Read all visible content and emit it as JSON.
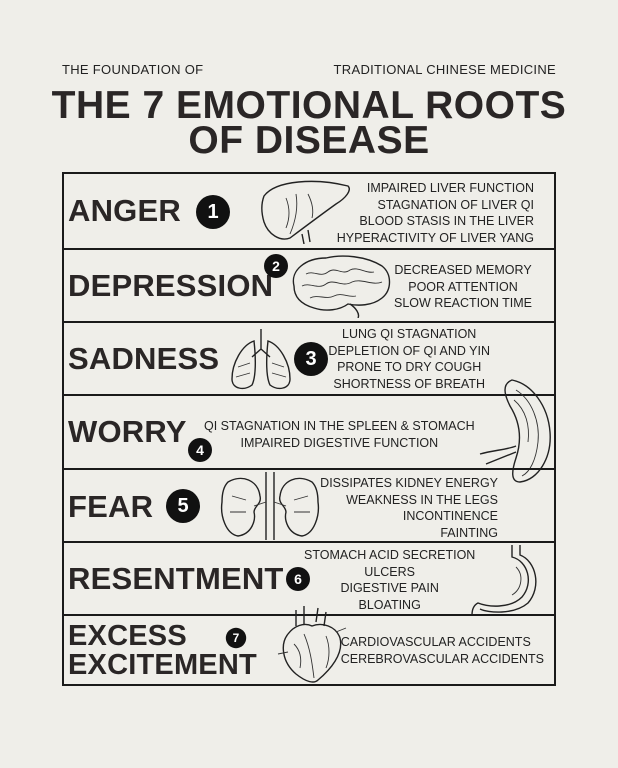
{
  "header": {
    "left": "THE FOUNDATION OF",
    "right": "TRADITIONAL CHINESE MEDICINE"
  },
  "title": {
    "line1": "THE 7 EMOTIONAL ROOTS",
    "line2": "OF DISEASE"
  },
  "rows": [
    {
      "emotion": "ANGER",
      "number": "1",
      "organ_icon": "liver-icon",
      "effects": [
        "IMPAIRED LIVER FUNCTION",
        "STAGNATION OF LIVER QI",
        "BLOOD STASIS IN THE LIVER",
        "HYPERACTIVITY OF LIVER YANG"
      ]
    },
    {
      "emotion": "DEPRESSION",
      "number": "2",
      "organ_icon": "brain-icon",
      "effects": [
        "DECREASED MEMORY",
        "POOR ATTENTION",
        "SLOW REACTION TIME"
      ]
    },
    {
      "emotion": "SADNESS",
      "number": "3",
      "organ_icon": "lungs-icon",
      "effects": [
        "LUNG QI STAGNATION",
        "DEPLETION OF QI AND YIN",
        "PRONE TO DRY COUGH",
        "SHORTNESS OF BREATH"
      ]
    },
    {
      "emotion": "WORRY",
      "number": "4",
      "organ_icon": "spleen-icon",
      "effects": [
        "QI STAGNATION IN THE SPLEEN & STOMACH",
        "IMPAIRED DIGESTIVE FUNCTION"
      ]
    },
    {
      "emotion": "FEAR",
      "number": "5",
      "organ_icon": "kidneys-icon",
      "effects": [
        "DISSIPATES KIDNEY ENERGY",
        "WEAKNESS IN THE LEGS",
        "INCONTINENCE",
        "FAINTING"
      ]
    },
    {
      "emotion": "RESENTMENT",
      "number": "6",
      "organ_icon": "stomach-icon",
      "effects": [
        "STOMACH ACID SECRETION",
        "ULCERS",
        "DIGESTIVE PAIN",
        "BLOATING"
      ]
    },
    {
      "emotion_line1": "EXCESS",
      "emotion_line2": "EXCITEMENT",
      "number": "7",
      "organ_icon": "heart-icon",
      "effects": [
        "CARDIOVASCULAR ACCIDENTS",
        "CEREBROVASCULAR ACCIDENTS"
      ]
    }
  ]
}
